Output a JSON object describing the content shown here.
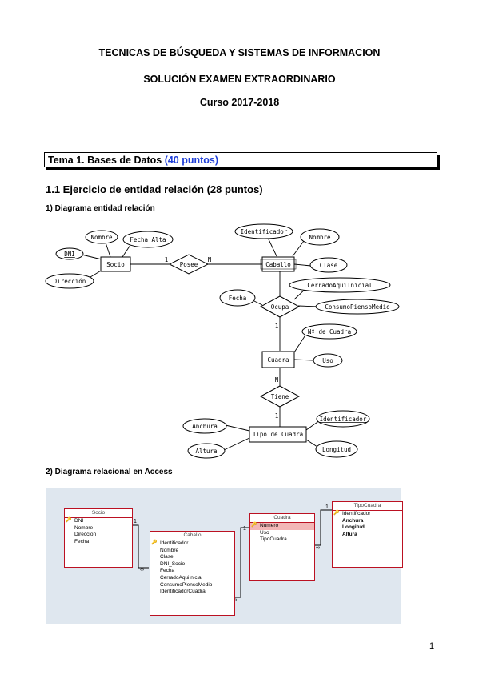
{
  "header": {
    "title": "TECNICAS DE BÚSQUEDA Y SISTEMAS DE INFORMACION",
    "subtitle": "SOLUCIÓN EXAMEN EXTRAORDINARIO",
    "course": "Curso 2017-2018"
  },
  "tema": {
    "label": "Tema 1. Bases de Datos",
    "points": "(40 puntos)"
  },
  "section": {
    "title": "1.1 Ejercicio de entidad relación (28 puntos)"
  },
  "er": {
    "heading": "1) Diagrama entidad relación",
    "entities": {
      "socio": "Socio",
      "caballo": "Caballo",
      "cuadra": "Cuadra",
      "tipo": "Tipo de Cuadra"
    },
    "relations": {
      "posee": "Posee",
      "ocupa": "Ocupa",
      "tiene": "Tiene"
    },
    "attributes": {
      "dni": "DNI",
      "nombre_socio": "Nombre",
      "fecha_alta": "Fecha Alta",
      "direccion": "Dirección",
      "identificador": "Identificador",
      "nombre_caballo": "Nombre",
      "clase": "Clase",
      "fecha": "Fecha",
      "cerrado": "CerradoAquiInicial",
      "consumo": "ConsumoPiensoMedio",
      "num_cuadra": "Nº de Cuadra",
      "uso": "Uso",
      "id_tipo": "Identificador",
      "anchura": "Anchura",
      "altura": "Altura",
      "longitud": "Longitud"
    },
    "cardinalities": {
      "posee_socio": "1",
      "posee_caballo": "N",
      "ocupa_cuadra": "1",
      "tiene_cuadra": "N",
      "tiene_tipo": "1"
    }
  },
  "access": {
    "heading": "2) Diagrama relacional en Access",
    "tables": [
      {
        "name": "Socio",
        "fields": [
          "DNI",
          "Nombre",
          "Direccion",
          "Fecha"
        ]
      },
      {
        "name": "Caballo",
        "fields": [
          "Identificador",
          "Nombre",
          "Clase",
          "DNI_Socio",
          "Fecha",
          "CerradoAquiInicial",
          "ConsumoPiensoMedio",
          "IdentificadorCuadra"
        ]
      },
      {
        "name": "Cuadra",
        "fields": [
          "Numero",
          "Uso",
          "TipoCuadra"
        ]
      },
      {
        "name": "TipoCuadra",
        "fields": [
          "Identificador",
          "Anchura",
          "Longitud",
          "Altura"
        ]
      }
    ],
    "rel_labels": {
      "one": "1",
      "many": "∞"
    }
  },
  "page": {
    "number": "1"
  }
}
